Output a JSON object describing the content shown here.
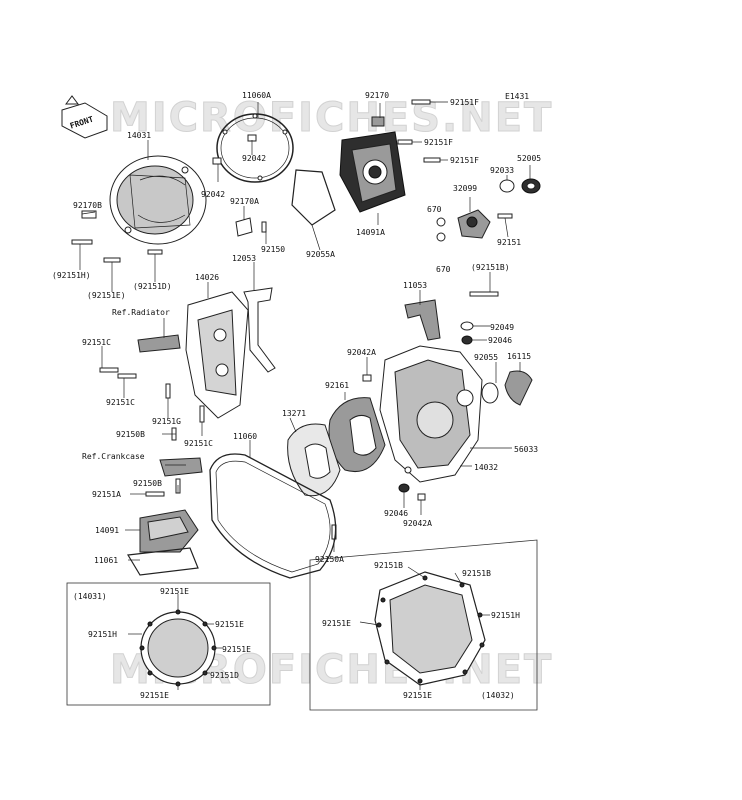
{
  "watermark": "MICROFICHES.NET",
  "diagram_code": "E1431",
  "front_label": "FRONT",
  "labels": {
    "p11060A": "11060A",
    "p92170_top": "92170",
    "p92151F_top": "92151F",
    "p14031": "14031",
    "p92042_a": "92042",
    "p92042_b": "92042",
    "p92151F_mid": "92151F",
    "p92151F_b": "92151F",
    "p52005": "52005",
    "p92033": "92033",
    "p32099": "32099",
    "p92170B": "92170B",
    "p92170A": "92170A",
    "p670_a": "670",
    "p14091A": "14091A",
    "p92150_a": "92150",
    "p92055A": "92055A",
    "p92151_r": "92151",
    "p670_b": "670",
    "p92151H_paren": "(92151H)",
    "p92151E_paren": "(92151E)",
    "p92151D_paren": "(92151D)",
    "p12053": "12053",
    "p14026": "14026",
    "p92151B_paren": "(92151B)",
    "p11053": "11053",
    "ref_radiator": "Ref.Radiator",
    "p92049": "92049",
    "p92046_a": "92046",
    "p92151C_a": "92151C",
    "p92042A_a": "92042A",
    "p92055": "92055",
    "p16115": "16115",
    "p92161": "92161",
    "p92151C_b": "92151C",
    "p13271": "13271",
    "p92151G": "92151G",
    "p92150B_a": "92150B",
    "p92151C_c": "92151C",
    "p11060": "11060",
    "p56033": "56033",
    "ref_crankcase": "Ref.Crankcase",
    "p14032": "14032",
    "p92150B_b": "92150B",
    "p92151A": "92151A",
    "p92046_b": "92046",
    "p92042A_b": "92042A",
    "p14091": "14091",
    "p92150A": "92150A",
    "p11061": "11061",
    "inset_left_title": "(14031)",
    "il_92151E_top": "92151E",
    "il_92151E_r1": "92151E",
    "il_92151H": "92151H",
    "il_92151E_r2": "92151E",
    "il_92151D": "92151D",
    "il_92151E_bot": "92151E",
    "ir_92151B_a": "92151B",
    "ir_92151B_b": "92151B",
    "ir_92151E_l": "92151E",
    "ir_92151H": "92151H",
    "ir_92151E_bot": "92151E",
    "inset_right_title": "(14032)"
  }
}
